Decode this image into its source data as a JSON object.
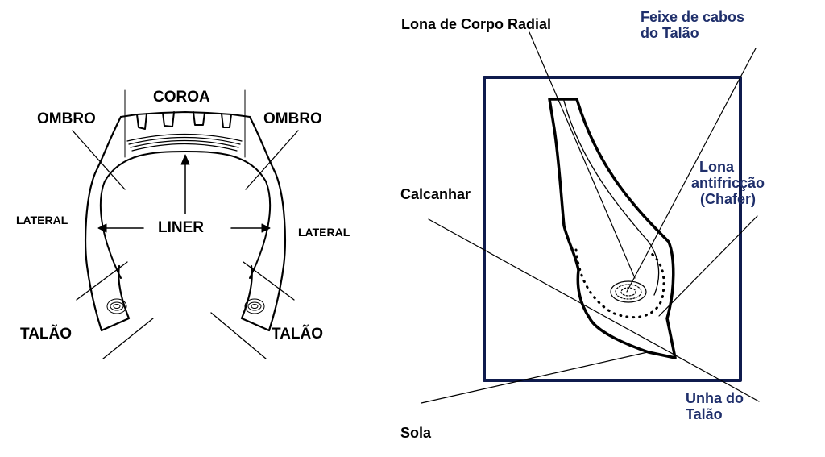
{
  "colors": {
    "line": "#000000",
    "navy": "#0f1b4d",
    "blue_text": "#1f2f6b"
  },
  "left_diagram": {
    "labels": {
      "crown": "COROA",
      "shoulder_left": "OMBRO",
      "shoulder_right": "OMBRO",
      "sidewall_left": "LATERAL",
      "sidewall_right": "LATERAL",
      "liner": "LINER",
      "bead_left": "TALÃO",
      "bead_right": "TALÃO"
    }
  },
  "right_diagram": {
    "labels": {
      "radial_ply": "Lona de Corpo Radial",
      "bead_bundle_line1": "Feixe de cabos",
      "bead_bundle_line2": "do Talão",
      "chafer_line1": "Lona",
      "chafer_line2": "antifricção",
      "chafer_line3": "(Chafer)",
      "heel": "Calcanhar",
      "toe_line1": "Unha do",
      "toe_line2": "Talão",
      "sole": "Sola"
    }
  }
}
